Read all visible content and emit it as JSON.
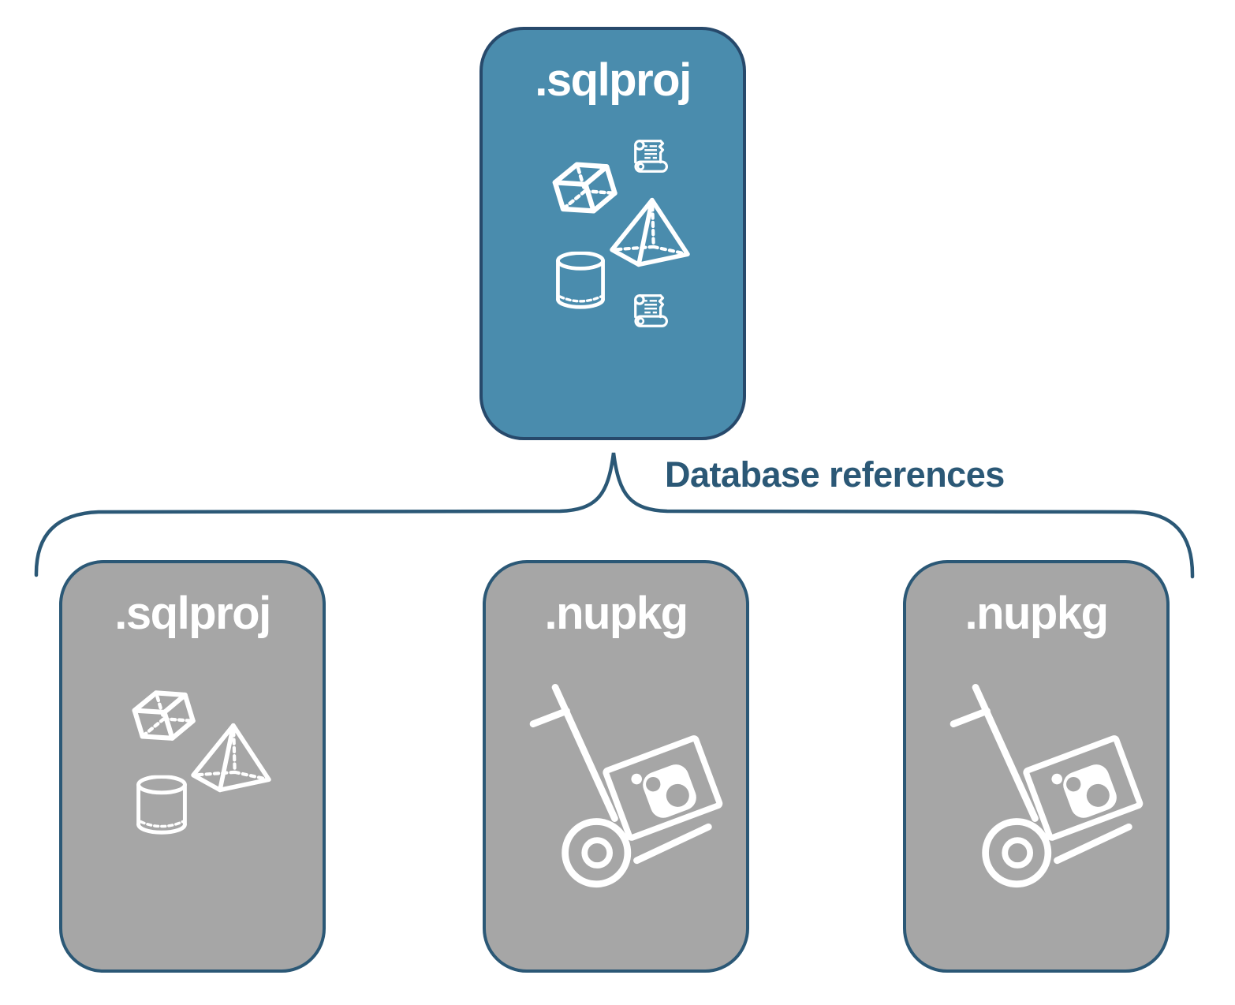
{
  "colors": {
    "blue": "#4a8cad",
    "navy": "#2b5876",
    "navy_dark": "#27496b",
    "gray": "#a6a6a6",
    "icon_white": "#ffffff"
  },
  "connector": {
    "label": "Database references"
  },
  "root_node": {
    "title": ".sqlproj",
    "icons": [
      "script-scroll-icon",
      "cube-icon",
      "pyramid-icon",
      "cylinder-icon",
      "script-scroll-icon"
    ]
  },
  "reference_nodes": [
    {
      "title": ".sqlproj",
      "icons": [
        "cube-icon",
        "pyramid-icon",
        "cylinder-icon"
      ]
    },
    {
      "title": ".nupkg",
      "icons": [
        "nuget-hand-truck-icon"
      ]
    },
    {
      "title": ".nupkg",
      "icons": [
        "nuget-hand-truck-icon"
      ]
    }
  ]
}
